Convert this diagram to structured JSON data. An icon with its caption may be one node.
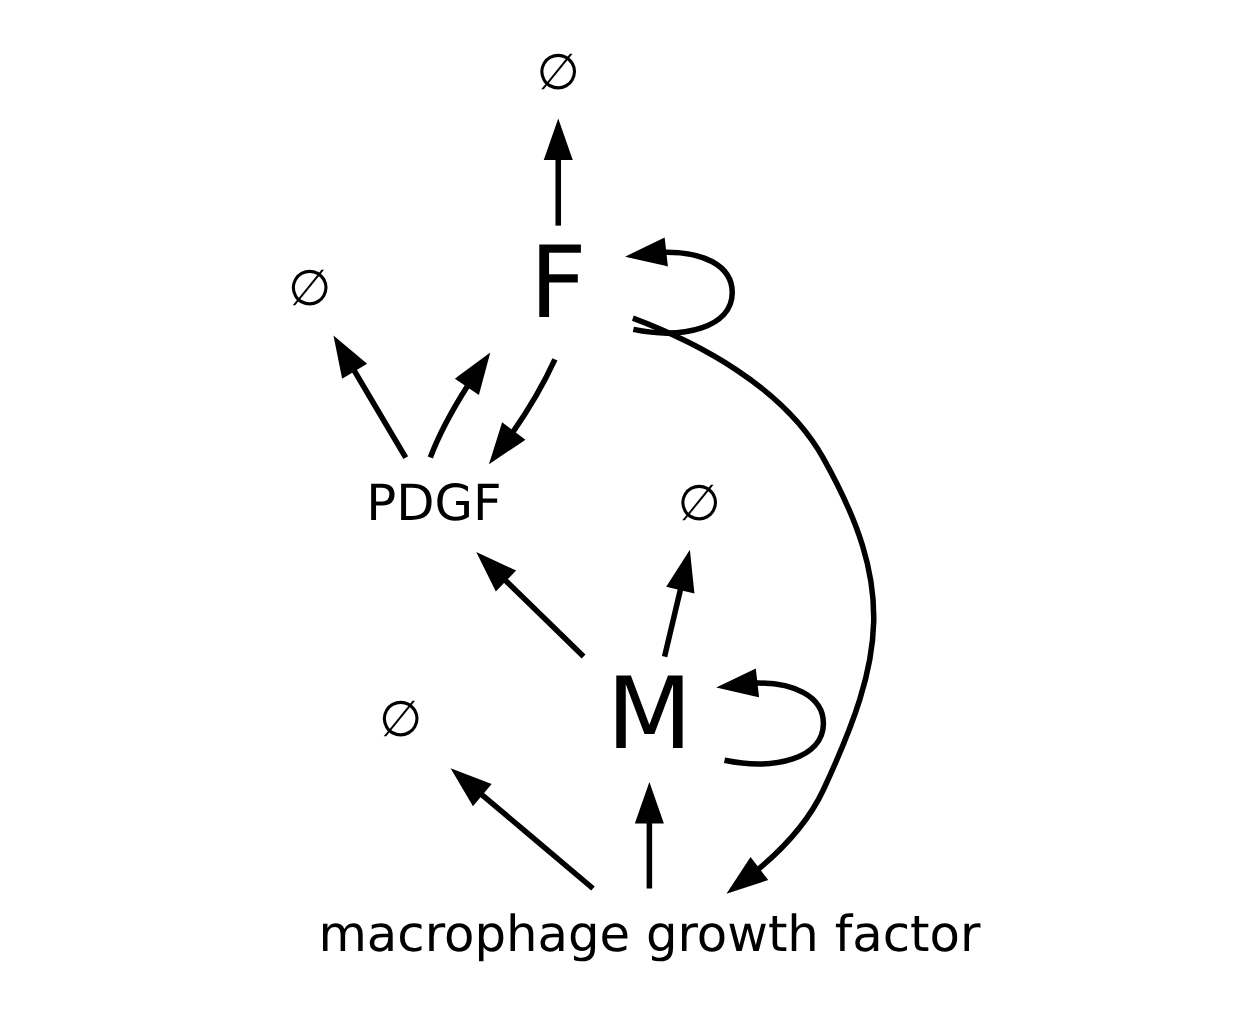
{
  "diagram": {
    "nodes": [
      {
        "text": [
          "∅"
        ]
      },
      {
        "text": [
          "∅"
        ]
      },
      {
        "text": [
          "macrophage growth factor"
        ]
      },
      {
        "text": [
          "F"
        ]
      },
      {
        "text": [
          "PDGF"
        ]
      },
      {
        "text": [
          "M"
        ]
      },
      {
        "text": [
          "∅"
        ]
      },
      {
        "text": [
          "∅"
        ]
      }
    ],
    "edges": [
      {
        "from": 2,
        "to": 0,
        "arrow": "to"
      },
      {
        "from": 3,
        "to": 1,
        "arrow": "to"
      },
      {
        "from": 3,
        "to": 2,
        "arrow": "to"
      },
      {
        "from": 2,
        "to": 5,
        "arrow": "to"
      },
      {
        "from": 3,
        "to": 3,
        "arrow": "to"
      },
      {
        "from": 3,
        "to": 4,
        "arrow": "to"
      },
      {
        "from": 5,
        "to": 5,
        "arrow": "to"
      },
      {
        "from": 5,
        "to": 4,
        "arrow": "to"
      },
      {
        "from": 4,
        "to": 3,
        "arrow": "to"
      },
      {
        "from": 4,
        "to": 6,
        "arrow": "to"
      },
      {
        "from": 5,
        "to": 7,
        "arrow": "to"
      }
    ]
  }
}
